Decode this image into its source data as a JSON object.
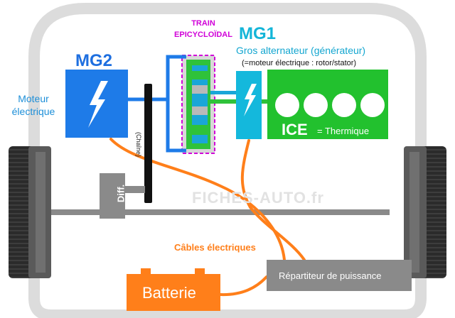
{
  "labels": {
    "train_line1": "TRAIN",
    "train_line2": "EPICYCLOÏDAL",
    "mg1": "MG1",
    "gros_alternateur": "Gros alternateur (générateur)",
    "moteur_rotor_stator": "(=moteur électrique : rotor/stator)",
    "mg2": "MG2",
    "moteur_line1": "Moteur",
    "moteur_line2": "électrique",
    "ice": "ICE",
    "thermique": "= Thermique",
    "chaine": "(Chaîne)",
    "diff": "Diff.",
    "watermark": "FICHES-AUTO.fr",
    "cables": "Câbles électriques",
    "batterie": "Batterie",
    "repartiteur": "Répartiteur de puissance"
  },
  "colors": {
    "mg2_blue": "#1e7be8",
    "mg1_cyan": "#14b8dc",
    "ice_green": "#22c12e",
    "planetary_green": "#2fc23a",
    "planetary_border": "#d000d8",
    "cable_orange": "#ff7f1a",
    "battery_orange": "#ff7f1a",
    "diff_gray": "#8a8a8a",
    "repartiteur_gray": "#8a8a8a",
    "wheel_dark": "#2b2b2b"
  },
  "icons": {
    "lightning": "lightning-bolt-icon"
  }
}
